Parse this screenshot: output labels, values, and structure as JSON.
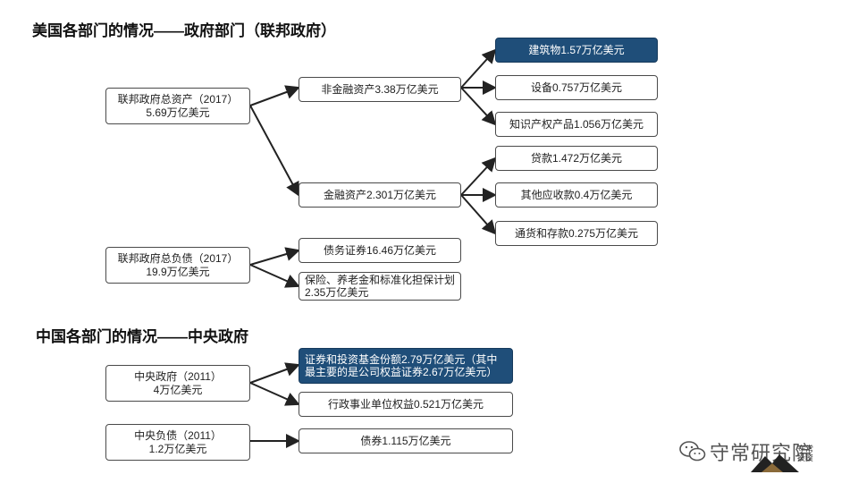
{
  "headings": {
    "us": "美国各部门的情况——政府部门（联邦政府）",
    "china": "中国各部门的情况——中央政府"
  },
  "us": {
    "assets_root": {
      "line1": "联邦政府总资产（2017）",
      "line2": "5.69万亿美元"
    },
    "nonfinancial": "非金融资产3.38万亿美元",
    "nonfinancial_children": [
      "建筑物1.57万亿美元",
      "设备0.757万亿美元",
      "知识产权产品1.056万亿美元"
    ],
    "financial": "金融资产2.301万亿美元",
    "financial_children": [
      "贷款1.472万亿美元",
      "其他应收款0.4万亿美元",
      "通货和存款0.275万亿美元"
    ],
    "liabilities_root": {
      "line1": "联邦政府总负债（2017）",
      "line2": "19.9万亿美元"
    },
    "liabilities_children": [
      "债务证券16.46万亿美元",
      "保险、养老金和标准化担保计划2.35万亿美元"
    ]
  },
  "china": {
    "gov_root": {
      "line1": "中央政府（2011）",
      "line2": "4万亿美元"
    },
    "gov_children": [
      "证券和投资基金份额2.79万亿美元（其中最主要的是公司权益证券2.67万亿美元）",
      "行政事业单位权益0.521万亿美元"
    ],
    "debt_root": {
      "line1": "中央负债（2011）",
      "line2": "1.2万亿美元"
    },
    "debt_children": [
      "债券1.115万亿美元"
    ]
  },
  "logo": {
    "text": "守常研究院",
    "seal": "守常\n投资"
  },
  "colors": {
    "highlight": "#1f4e79",
    "border": "#4a4a4a"
  }
}
